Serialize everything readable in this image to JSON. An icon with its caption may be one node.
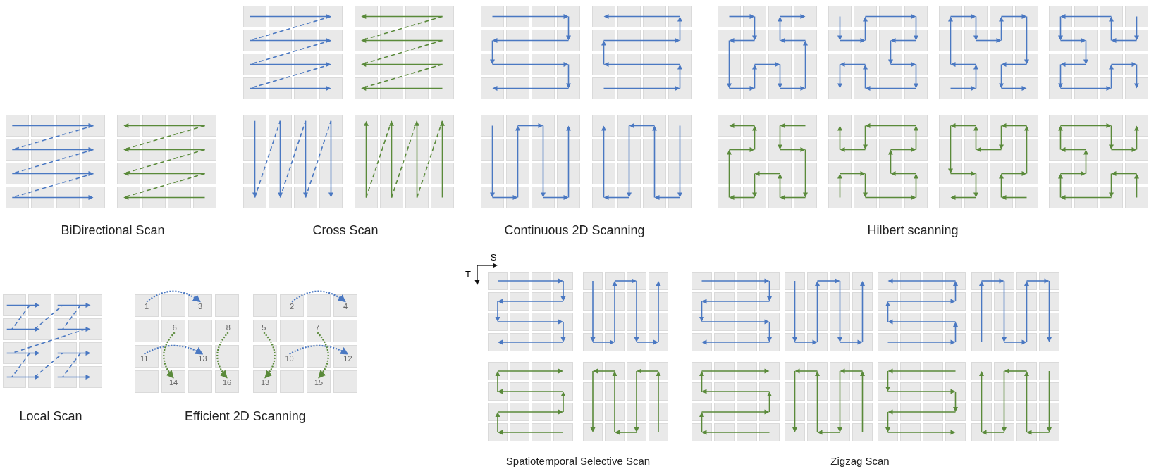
{
  "diagram": {
    "nodes": [
      {
        "text": [
          "1"
        ]
      },
      {
        "text": [
          "3"
        ]
      },
      {
        "text": [
          "6"
        ]
      },
      {
        "text": [
          "8"
        ]
      },
      {
        "text": [
          "11"
        ]
      },
      {
        "text": [
          "13"
        ]
      },
      {
        "text": [
          "14"
        ]
      },
      {
        "text": [
          "16"
        ]
      },
      {
        "text": [
          "2"
        ]
      },
      {
        "text": [
          "4"
        ]
      },
      {
        "text": [
          "5"
        ]
      },
      {
        "text": [
          "7"
        ]
      },
      {
        "text": [
          "10"
        ]
      },
      {
        "text": [
          "12"
        ]
      },
      {
        "text": [
          "13"
        ]
      },
      {
        "text": [
          "15"
        ]
      }
    ],
    "edges": [
      {
        "from": 0,
        "to": 1,
        "arrow": "to",
        "style": "dashed",
        "color": "#4a78c2"
      },
      {
        "from": 4,
        "to": 5,
        "arrow": "to",
        "style": "dashed",
        "color": "#4a78c2"
      },
      {
        "from": 2,
        "to": 6,
        "arrow": "to",
        "style": "dashed",
        "color": "#5a8a3a"
      },
      {
        "from": 3,
        "to": 7,
        "arrow": "to",
        "style": "dashed",
        "color": "#5a8a3a"
      },
      {
        "from": 8,
        "to": 9,
        "arrow": "to",
        "style": "dashed",
        "color": "#4a78c2"
      },
      {
        "from": 12,
        "to": 13,
        "arrow": "to",
        "style": "dashed",
        "color": "#4a78c2"
      },
      {
        "from": 10,
        "to": 14,
        "arrow": "to",
        "style": "dashed",
        "color": "#5a8a3a"
      },
      {
        "from": 11,
        "to": 15,
        "arrow": "to",
        "style": "dashed",
        "color": "#5a8a3a"
      }
    ],
    "labels": [
      "BiDirectional Scan",
      "Cross Scan",
      "Continuous 2D Scanning",
      "Hilbert scanning",
      "Local Scan",
      "Efficient 2D Scanning",
      "S",
      "T",
      "Spatiotemporal Selective Scan",
      "Zigzag Scan"
    ]
  }
}
